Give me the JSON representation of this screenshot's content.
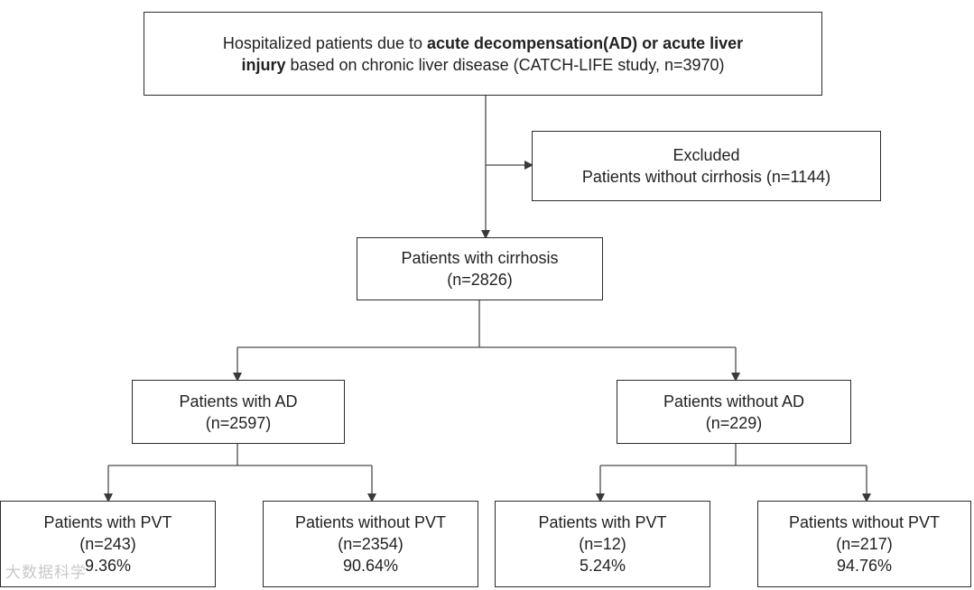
{
  "nodes": {
    "root": {
      "line1_pre": "Hospitalized patients due to ",
      "line1_bold": "acute decompensation(AD) or acute liver",
      "line2_bold": "injury",
      "line2_post": " based on chronic liver disease (CATCH-LIFE study, n=3970)"
    },
    "excluded": {
      "line1": "Excluded",
      "line2": "Patients without cirrhosis (n=1144)"
    },
    "cirrhosis": {
      "line1": "Patients with cirrhosis",
      "line2": "(n=2826)"
    },
    "with_ad": {
      "line1": "Patients with AD",
      "line2": "(n=2597)"
    },
    "without_ad": {
      "line1": "Patients without AD",
      "line2": "(n=229)"
    },
    "ad_pvt": {
      "line1": "Patients with PVT",
      "line2": "(n=243)",
      "line3": "9.36%"
    },
    "ad_no_pvt": {
      "line1": "Patients without PVT",
      "line2": "(n=2354)",
      "line3": "90.64%"
    },
    "noad_pvt": {
      "line1": "Patients with PVT",
      "line2": "(n=12)",
      "line3": "5.24%"
    },
    "noad_no_pvt": {
      "line1": "Patients without PVT",
      "line2": "(n=217)",
      "line3": "94.76%"
    }
  },
  "watermark": "大数据科学",
  "colors": {
    "line": "#4a4a4a",
    "border": "#2b2b2b",
    "text": "#222222"
  }
}
